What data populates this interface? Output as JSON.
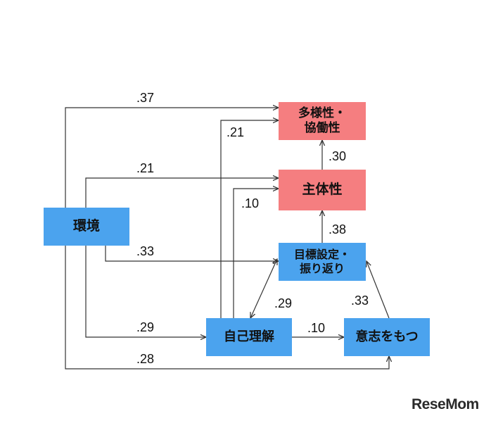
{
  "nodes": {
    "environment": "環境",
    "diversity": "多様性・\n協働性",
    "autonomy": "主体性",
    "goal": "目標設定・\n振り返り",
    "self": "自己理解",
    "will": "意志をもつ"
  },
  "coefficients": {
    "env_to_diversity": ".37",
    "self_to_diversity": ".21",
    "autonomy_to_diversity": ".30",
    "env_to_autonomy": ".21",
    "self_to_autonomy": ".10",
    "goal_to_autonomy": ".38",
    "env_to_goal": ".33",
    "goal_self": ".29",
    "will_to_goal": ".33",
    "env_to_self": ".29",
    "self_to_will": ".10",
    "env_to_will": ".28"
  },
  "logo": "ReseMom",
  "colors": {
    "blue_box": "#4BA3EE",
    "red_box": "#F57E80",
    "line": "#333333"
  }
}
